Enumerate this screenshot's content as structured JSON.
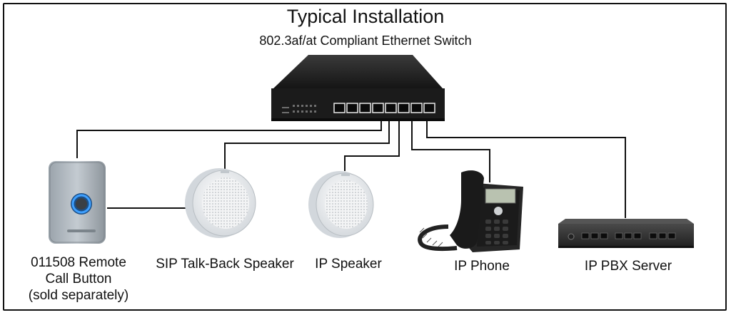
{
  "header": {
    "title": "Typical Installation",
    "subtitle": "802.3af/at Compliant Ethernet Switch"
  },
  "devices": [
    {
      "id": "remote-call-button",
      "lines": [
        "011508 Remote",
        "Call Button",
        "(sold separately)"
      ]
    },
    {
      "id": "sip-talkback-speaker",
      "lines": [
        "SIP Talk-Back Speaker"
      ]
    },
    {
      "id": "ip-speaker",
      "lines": [
        "IP Speaker"
      ]
    },
    {
      "id": "ip-phone",
      "lines": [
        "IP Phone"
      ]
    },
    {
      "id": "ip-pbx-server",
      "lines": [
        "IP PBX Server"
      ]
    }
  ],
  "colors": {
    "cable": "#111111",
    "switch_body": "#1b1b1b",
    "speaker_body": "#eef0f2",
    "button_ring": "#2f7fd6"
  }
}
